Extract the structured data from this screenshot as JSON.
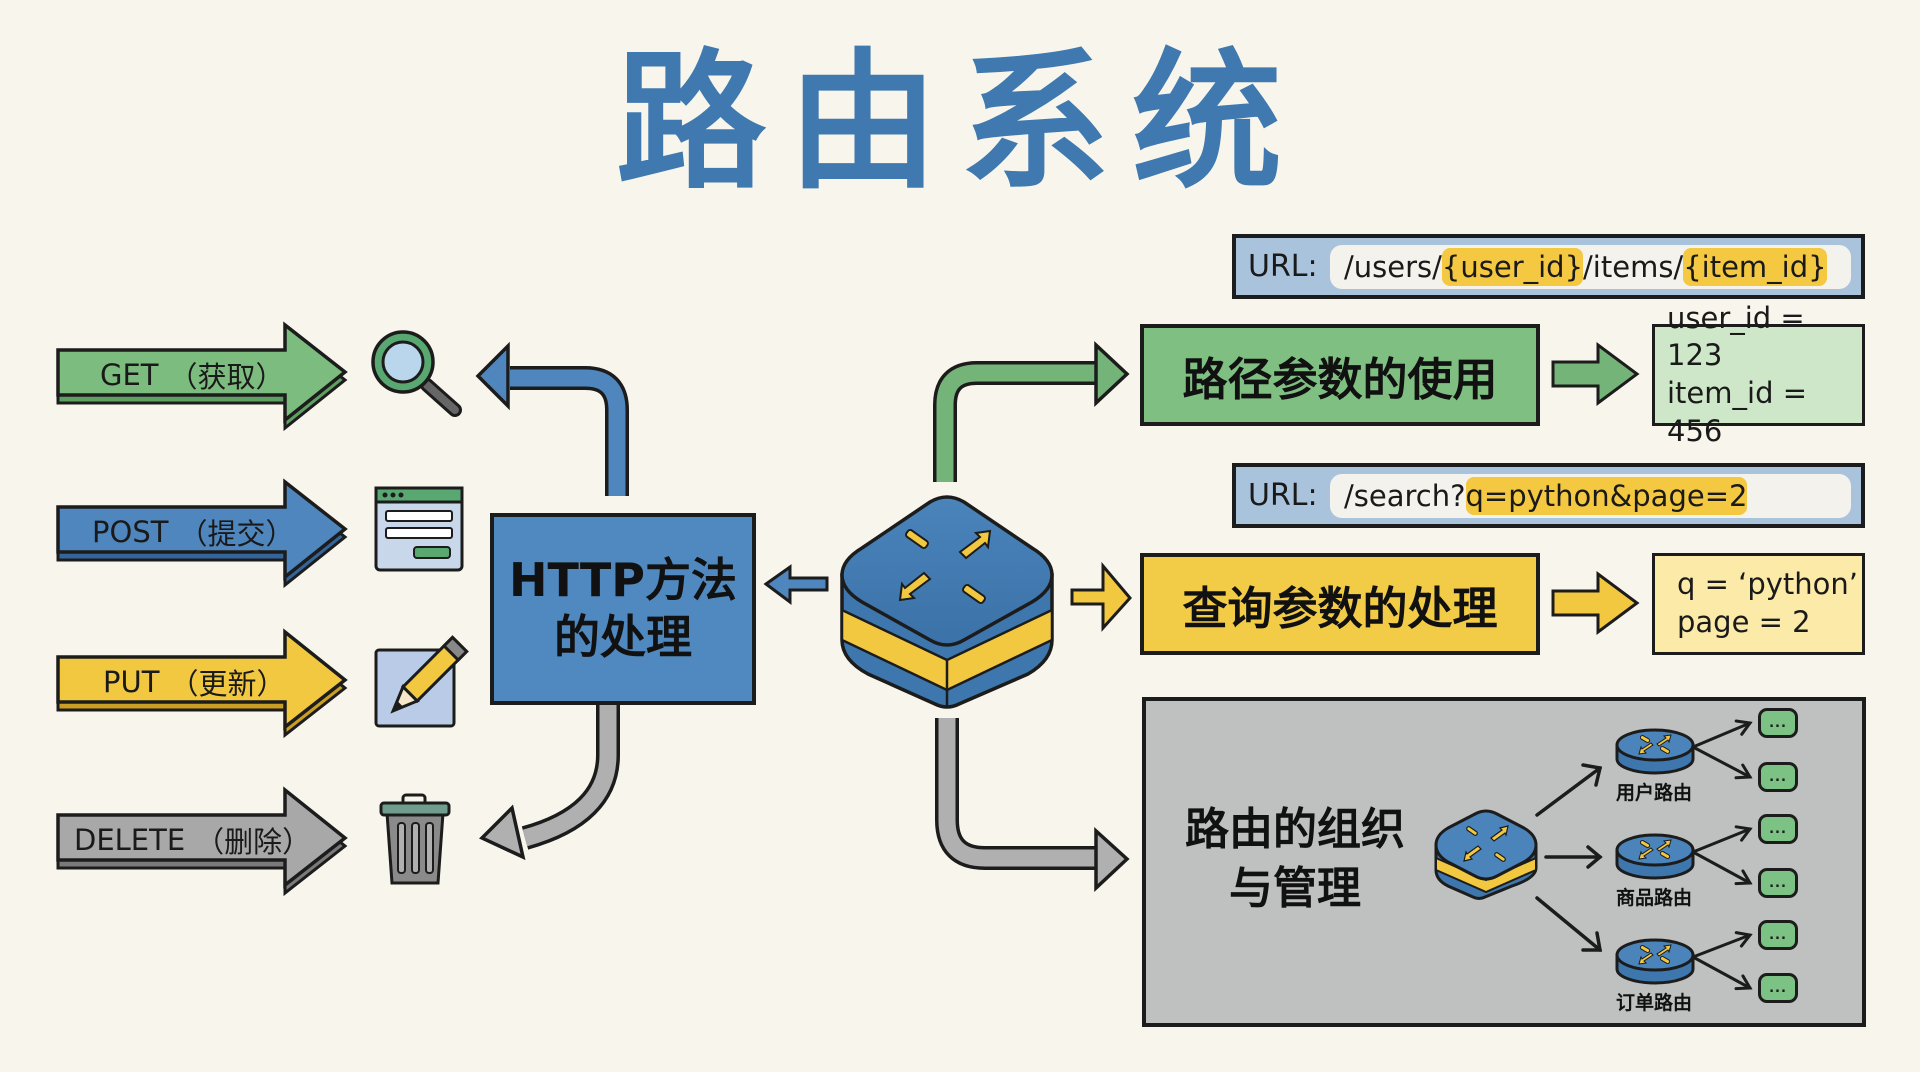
{
  "title": "路由系统",
  "http_methods": [
    {
      "method": "GET",
      "action": "（获取）",
      "color": "#7cbd7f",
      "icon": "magnifier-icon"
    },
    {
      "method": "POST",
      "action": "（提交）",
      "color": "#4f86bd",
      "icon": "form-window-icon"
    },
    {
      "method": "PUT",
      "action": "（更新）",
      "color": "#f2c840",
      "icon": "pencil-edit-icon"
    },
    {
      "method": "DELETE",
      "action": "（删除）",
      "color": "#a8a8a8",
      "icon": "trash-can-icon"
    }
  ],
  "http_box": {
    "line1": "HTTP方法",
    "line2": "的处理",
    "color": "#4f89bf"
  },
  "center_router": {
    "icon": "router-hub-icon"
  },
  "path_params": {
    "url_label": "URL:",
    "url_parts": [
      "/users/",
      "{user_id}",
      "/items/",
      "{item_id}"
    ],
    "box_label": "路径参数的使用",
    "results": [
      "user_id = 123",
      "item_id = 456"
    ],
    "color": "#7fbf82"
  },
  "query_params": {
    "url_label": "URL:",
    "url_parts": [
      "/search?",
      "q=python&page=2"
    ],
    "box_label": "查询参数的处理",
    "results": [
      "q = ‘python’",
      "page = 2"
    ],
    "color": "#f2cc47"
  },
  "organization": {
    "line1": "路由的组织",
    "line2": "与管理",
    "sub_routers": [
      "用户路由",
      "商品路由",
      "订单路由"
    ],
    "leaf_label": "...",
    "color": "#bfc0c0"
  }
}
